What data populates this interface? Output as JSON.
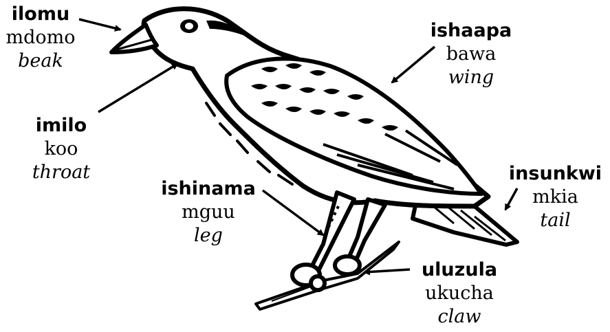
{
  "labels": {
    "beak": {
      "bemba": "ilomu",
      "swahili": "mdomo",
      "english": "beak"
    },
    "throat": {
      "bemba": "imilo",
      "swahili": "koo",
      "english": "throat"
    },
    "wing": {
      "bemba": "ishaapa",
      "swahili": "bawa",
      "english": "wing"
    },
    "tail": {
      "bemba": "insunkwi",
      "swahili": "mkia",
      "english": "tail"
    },
    "leg": {
      "bemba": "ishinama",
      "swahili": "mguu",
      "english": "leg"
    },
    "claw": {
      "bemba": "uluzula",
      "swahili": "ukucha",
      "english": "claw"
    }
  },
  "colors": {
    "ink": "#000000",
    "paper": "#ffffff"
  }
}
